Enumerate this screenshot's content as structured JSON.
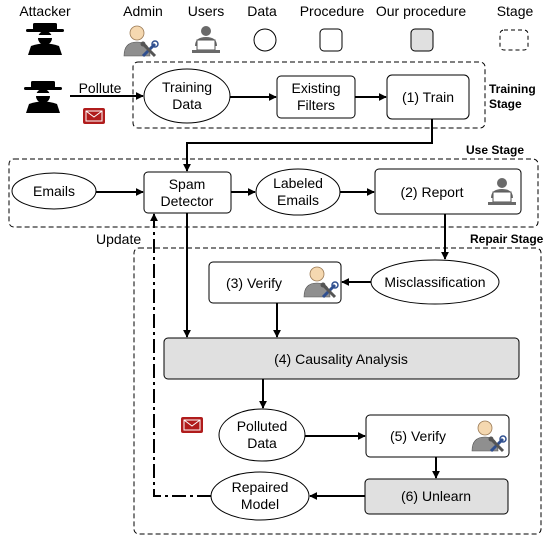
{
  "legend": {
    "attacker": "Attacker",
    "admin": "Admin",
    "users": "Users",
    "data": "Data",
    "procedure": "Procedure",
    "our_procedure": "Our procedure",
    "stage": "Stage"
  },
  "stages": {
    "training_line1": "Training",
    "training_line2": "Stage",
    "use": "Use Stage",
    "repair": "Repair Stage"
  },
  "edges": {
    "pollute": "Pollute",
    "update": "Update"
  },
  "nodes": {
    "training_data": [
      "Training",
      "Data"
    ],
    "existing_filters": [
      "Existing",
      "Filters"
    ],
    "train": "(1) Train",
    "emails": "Emails",
    "spam_detector": [
      "Spam",
      "Detector"
    ],
    "labeled_emails": [
      "Labeled",
      "Emails"
    ],
    "report": "(2) Report",
    "verify3": "(3) Verify",
    "misclassification": "Misclassification",
    "causality": "(4) Causality Analysis",
    "polluted_data": [
      "Polluted",
      "Data"
    ],
    "verify5": "(5) Verify",
    "unlearn": "(6) Unlearn",
    "repaired_model": [
      "Repaired",
      "Model"
    ]
  },
  "colors": {
    "our_procedure_fill": "#e0e0e0",
    "email_icon": "#b01c1c",
    "admin_badge": "#4a72c4"
  },
  "icons": [
    "spy-icon",
    "admin-icon",
    "user-laptop-icon",
    "email-icon"
  ]
}
